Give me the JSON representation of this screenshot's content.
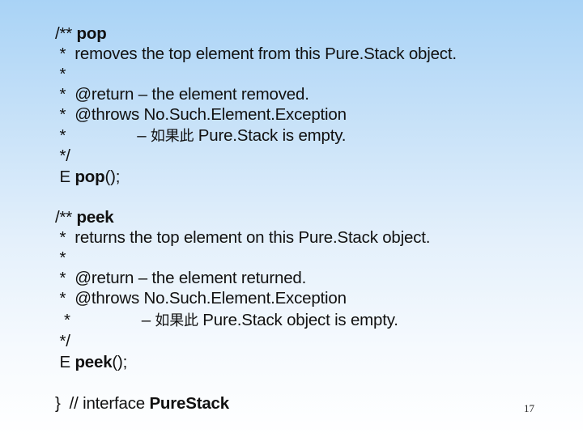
{
  "pop_doc": {
    "l1_prefix": "/** ",
    "l1_name": "pop",
    "l2": " *  removes the top element from this Pure.Stack object.",
    "l3": " *",
    "l4": " *  @return – the element removed.",
    "l5": " *  @throws No.Such.Element.Exception",
    "l6_prefix": " *                ",
    "l6_dash": "– ",
    "l6_cjk": "如果此",
    "l6_rest": " Pure.Stack is empty.",
    "l7": " */",
    "sig_type": " E ",
    "sig_name": "pop",
    "sig_end": "();"
  },
  "peek_doc": {
    "l1_prefix": "/** ",
    "l1_name": "peek",
    "l2": " *  returns the top element on this Pure.Stack object.",
    "l3": " *",
    "l4": " *  @return – the element returned.",
    "l5": " *  @throws No.Such.Element.Exception",
    "l6_prefix": "  *                ",
    "l6_dash": "– ",
    "l6_cjk": "如果此",
    "l6_rest": " Pure.Stack object is empty.",
    "l7": " */",
    "sig_type": " E ",
    "sig_name": "peek",
    "sig_end": "();"
  },
  "closing": {
    "prefix": "}  // interface ",
    "name": "PureStack"
  },
  "page_number": "17"
}
